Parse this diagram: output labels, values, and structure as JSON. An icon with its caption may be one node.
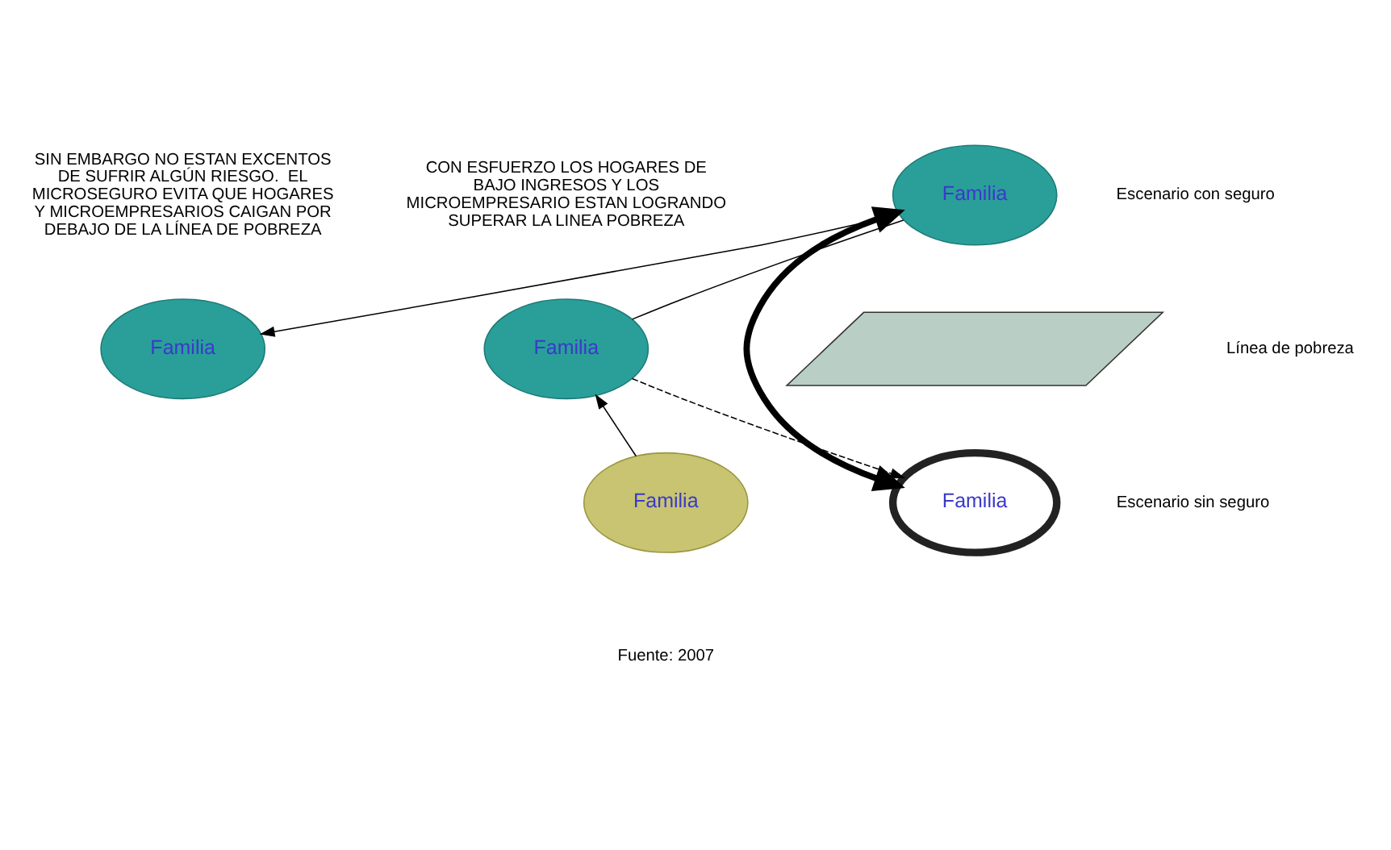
{
  "diagram": {
    "nodes": [
      {
        "text": [
          "Familia"
        ]
      },
      {
        "text": [
          "Familia"
        ]
      },
      {
        "text": [
          "Familia"
        ]
      },
      {
        "text": [
          "Familia"
        ]
      },
      {
        "text": [
          "Familia"
        ]
      },
      {
        "text": [],
        "shape": "parallelogram"
      }
    ],
    "edges": [
      {
        "from": 0,
        "to": 1,
        "arrow": "to"
      },
      {
        "from": 1,
        "to": 2,
        "arrow": "none"
      },
      {
        "from": 2,
        "to": 3,
        "arrow": "to"
      },
      {
        "from": 1,
        "to": 4,
        "arrow": "to",
        "style": "dashed"
      },
      {
        "from": 2,
        "to": 4,
        "arrow": "both",
        "style": "thick"
      }
    ],
    "labels": [
      "SIN EMBARGO NO ESTAN EXCENTOS DE SUFRIR ALGÚN RIESGO.  EL MICROSEGURO EVITA QUE HOGARES Y MICROEMPRESARIOS CAIGAN POR DEBAJO DE LA LÍNEA DE POBREZA",
      "CON ESFUERZO LOS HOGARES DE BAJO INGRESOS Y LOS MICROEMPRESARIO ESTAN LOGRANDO SUPERAR LA LINEA POBREZA",
      "Escenario con seguro",
      "Línea de pobreza",
      "Escenario sin seguro",
      "Fuente: 2007"
    ]
  }
}
